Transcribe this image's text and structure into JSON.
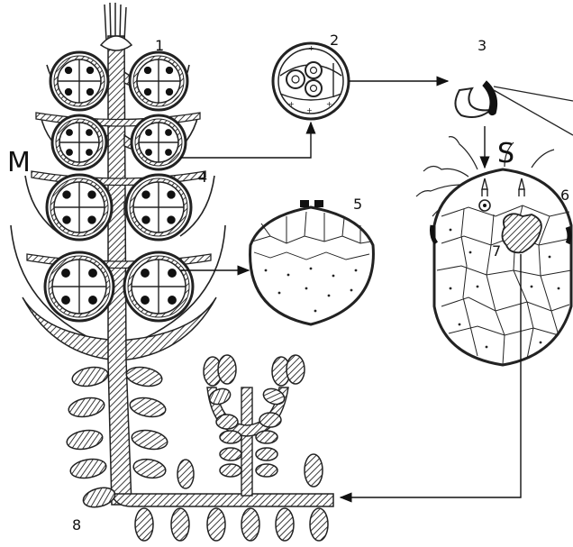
{
  "diagram": {
    "labels": {
      "n1": "1",
      "n2": "2",
      "n3": "3",
      "n4": "4",
      "n5": "5",
      "n6": "6",
      "n7": "7",
      "n8": "8",
      "M": "M",
      "S": "S"
    }
  }
}
